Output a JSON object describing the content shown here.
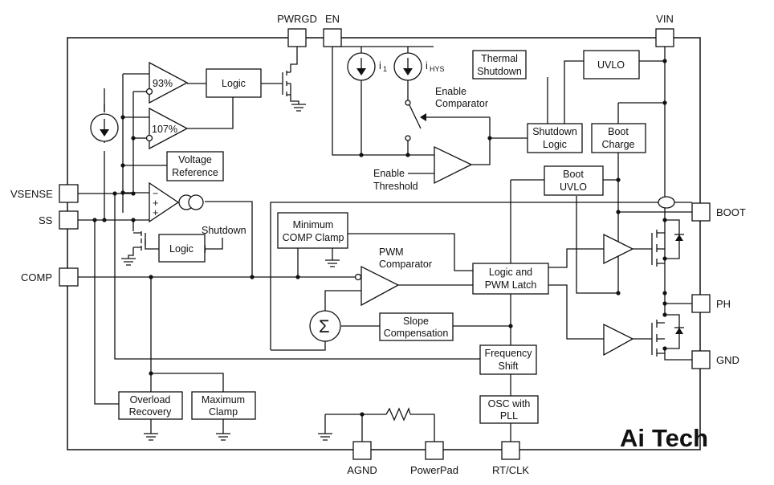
{
  "pins": {
    "pwrgd": "PWRGD",
    "en": "EN",
    "vin": "VIN",
    "vsense": "VSENSE",
    "ss": "SS",
    "comp": "COMP",
    "boot": "BOOT",
    "ph": "PH",
    "gnd": "GND",
    "agnd": "AGND",
    "powerpad": "PowerPad",
    "rtclk": "RT/CLK"
  },
  "blocks": {
    "pg_logic": "Logic",
    "thermal_1": "Thermal",
    "thermal_2": "Shutdown",
    "uvlo": "UVLO",
    "shutdown_logic_1": "Shutdown",
    "shutdown_logic_2": "Logic",
    "boot_charge_1": "Boot",
    "boot_charge_2": "Charge",
    "boot_uvlo_1": "Boot",
    "boot_uvlo_2": "UVLO",
    "vref_1": "Voltage",
    "vref_2": "Reference",
    "ss_logic": "Logic",
    "min_comp_1": "Minimum",
    "min_comp_2": "COMP Clamp",
    "pwm_latch_1": "Logic and",
    "pwm_latch_2": "PWM Latch",
    "slope_1": "Slope",
    "slope_2": "Compensation",
    "freq_1": "Frequency",
    "freq_2": "Shift",
    "osc_1": "OSC with",
    "osc_2": "PLL",
    "overload_1": "Overload",
    "overload_2": "Recovery",
    "maxclamp_1": "Maximum",
    "maxclamp_2": "Clamp"
  },
  "labels": {
    "pct93": "93%",
    "pct107": "107%",
    "i1_main": "i",
    "i1_sub": "1",
    "ihys_main": "i",
    "ihys_sub": "HYS",
    "enable_comp_1": "Enable",
    "enable_comp_2": "Comparator",
    "enable_thr_1": "Enable",
    "enable_thr_2": "Threshold",
    "shutdown": "Shutdown",
    "pwm_comp_1": "PWM",
    "pwm_comp_2": "Comparator",
    "sigma": "Σ",
    "minus": "−",
    "plus": "+"
  },
  "logo": {
    "text_a": "Ai",
    "text_b": "Tech",
    "color_a": "#4caf50",
    "color_b": "#3a3a3a"
  }
}
